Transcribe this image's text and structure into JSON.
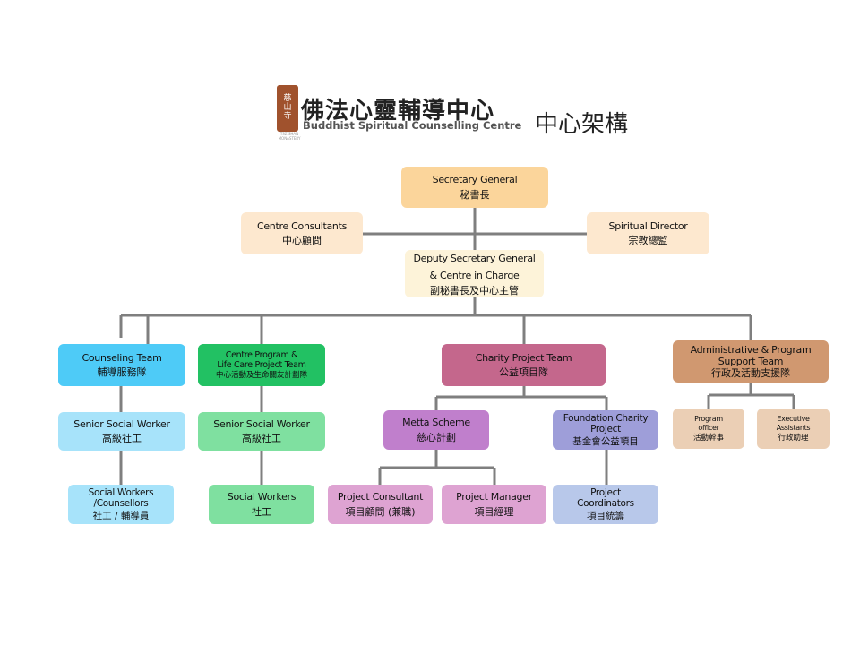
{
  "header": {
    "logo_seal_text": [
      "慈",
      "山",
      "寺"
    ],
    "logo_seal_subtext": "TSZ SHAN MONASTERY",
    "logo_zh": "佛法心靈輔導中心",
    "logo_en": "Buddhist Spiritual Counselling Centre",
    "page_title": "中心架構"
  },
  "colors": {
    "connector": "#7f7f7f",
    "peach": "#fbd59b",
    "cream": "#fde8cf",
    "light_cream": "#fdf3d9",
    "blue": "#4ecbf7",
    "light_blue": "#a7e3fa",
    "green": "#22c163",
    "light_green": "#7fe0a0",
    "pink": "#c4678c",
    "purple": "#c07fcc",
    "light_purple": "#dea3d2",
    "periwinkle": "#9e9ed9",
    "light_periwinkle": "#b8c8ea",
    "brown": "#d09870",
    "light_brown": "#ebcfb5"
  },
  "nodes": {
    "secretary_general": {
      "en": "Secretary General",
      "zh": "秘書長"
    },
    "centre_consultants": {
      "en": "Centre Consultants",
      "zh": "中心顧問"
    },
    "spiritual_director": {
      "en": "Spiritual Director",
      "zh": "宗教總監"
    },
    "deputy": {
      "en": "Deputy Secretary General\n& Centre in Charge",
      "zh": "副秘書長及中心主管"
    },
    "counseling_team": {
      "en": "Counseling Team",
      "zh": "輔導服務隊"
    },
    "program_team": {
      "en": "Centre Program &\nLife Care Project Team",
      "zh": "中心活動及生命關友計劃隊"
    },
    "charity_team": {
      "en": "Charity Project Team",
      "zh": "公益項目隊"
    },
    "admin_team": {
      "en": "Administrative & Program\nSupport Team",
      "zh": "行政及活動支援隊"
    },
    "senior_sw_1": {
      "en": "Senior Social Worker",
      "zh": "高級社工"
    },
    "senior_sw_2": {
      "en": "Senior Social Worker",
      "zh": "高級社工"
    },
    "metta_scheme": {
      "en": "Metta Scheme",
      "zh": "慈心計劃"
    },
    "foundation_project": {
      "en": "Foundation Charity\nProject",
      "zh": "基金會公益項目"
    },
    "program_officer": {
      "en": "Program\nofficer",
      "zh": "活動幹事"
    },
    "executive_assistants": {
      "en": "Executive\nAssistants",
      "zh": "行政助理"
    },
    "social_workers_counsellors": {
      "en": "Social Workers\n/Counsellors",
      "zh": "社工 / 輔導員"
    },
    "social_workers": {
      "en": "Social Workers",
      "zh": "社工"
    },
    "project_consultant": {
      "en": "Project Consultant",
      "zh": "項目顧問 (兼職)"
    },
    "project_manager": {
      "en": "Project Manager",
      "zh": "項目經理"
    },
    "project_coordinators": {
      "en": "Project\nCoordinators",
      "zh": "項目統籌"
    }
  }
}
